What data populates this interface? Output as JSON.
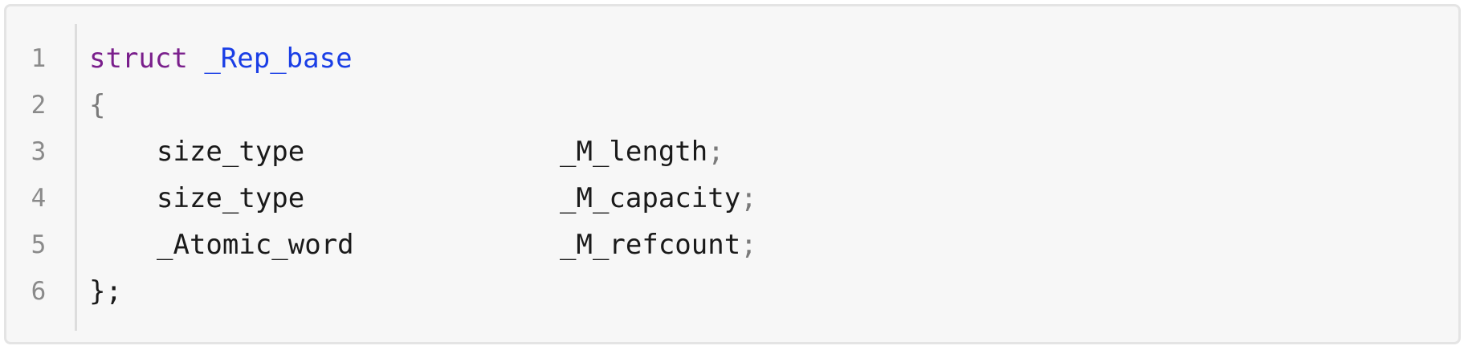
{
  "code_block": {
    "line_numbers": [
      "1",
      "2",
      "3",
      "4",
      "5",
      "6"
    ],
    "lines": [
      {
        "keyword": "struct",
        "name": "_Rep_base"
      },
      {
        "text": "{"
      },
      {
        "type": "size_type",
        "field": "_M_length",
        "end": ";"
      },
      {
        "type": "size_type",
        "field": "_M_capacity",
        "end": ";"
      },
      {
        "type": "_Atomic_word",
        "field": "_M_refcount",
        "end": ";"
      },
      {
        "text": "};"
      }
    ]
  },
  "colors": {
    "keyword": "#7a1f8c",
    "type_name": "#1a3ee6",
    "punctuation": "#7a7a7a",
    "background": "#f7f7f7"
  }
}
